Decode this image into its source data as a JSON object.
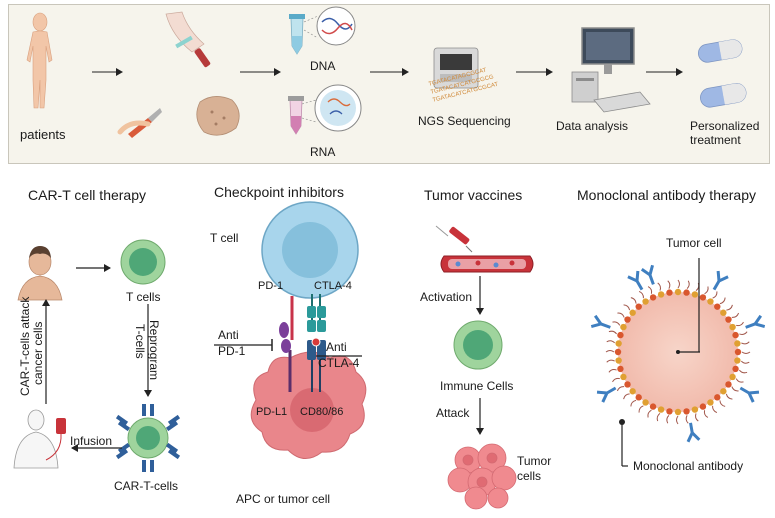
{
  "workflow": {
    "patients": "patients",
    "dna": "DNA",
    "rna": "RNA",
    "ngs": "NGS Sequencing",
    "data_analysis": "Data analysis",
    "personalized_line1": "Personalized",
    "personalized_line2": "treatment",
    "dna_seq_line1": "TGATACATAGCGCAT",
    "dna_seq_line2": "TGATACATCATGCGCG",
    "dna_seq_line3": "TGATACATCATGCGCAT"
  },
  "panels": {
    "car_t": {
      "title": "CAR-T cell therapy",
      "t_cells": "T cells",
      "reprogram_line1": "Reprogram",
      "reprogram_line2": "T-cells",
      "attack_line1": "CAR-T-cells attack",
      "attack_line2": "cancer cells",
      "infusion": "Infusion",
      "car_t_cells": "CAR-T-cells"
    },
    "checkpoint": {
      "title": "Checkpoint inhibitors",
      "t_cell": "T cell",
      "pd1": "PD-1",
      "ctla4": "CTLA-4",
      "anti_pd1_line1": "Anti",
      "anti_pd1_line2": "PD-1",
      "anti_ctla4_line1": "Anti",
      "anti_ctla4_line2": "CTLA-4",
      "pdl1": "PD-L1",
      "cd80": "CD80/86",
      "apc": "APC or tumor cell"
    },
    "vaccines": {
      "title": "Tumor vaccines",
      "activation": "Activation",
      "immune_cells": "Immune Cells",
      "attack": "Attack",
      "tumor_line1": "Tumor",
      "tumor_line2": "cells"
    },
    "antibody": {
      "title": "Monoclonal antibody therapy",
      "tumor_cell": "Tumor cell",
      "monoclonal_antibody": "Monoclonal antibody"
    }
  },
  "colors": {
    "top_background": "#f6f4ec",
    "panel_background": "#e3ebf6",
    "panel_border": "#8fa6c8",
    "t_cell_green": "#9fd49d",
    "t_cell_nucleus": "#4fa777",
    "tumor_pink": "#e9868b",
    "tumor_core": "#d96a72",
    "checkpoint_cell": "#a8d5ec",
    "antibody_blue": "#3f7fc0",
    "capsule_blue": "#9fb8e4"
  }
}
